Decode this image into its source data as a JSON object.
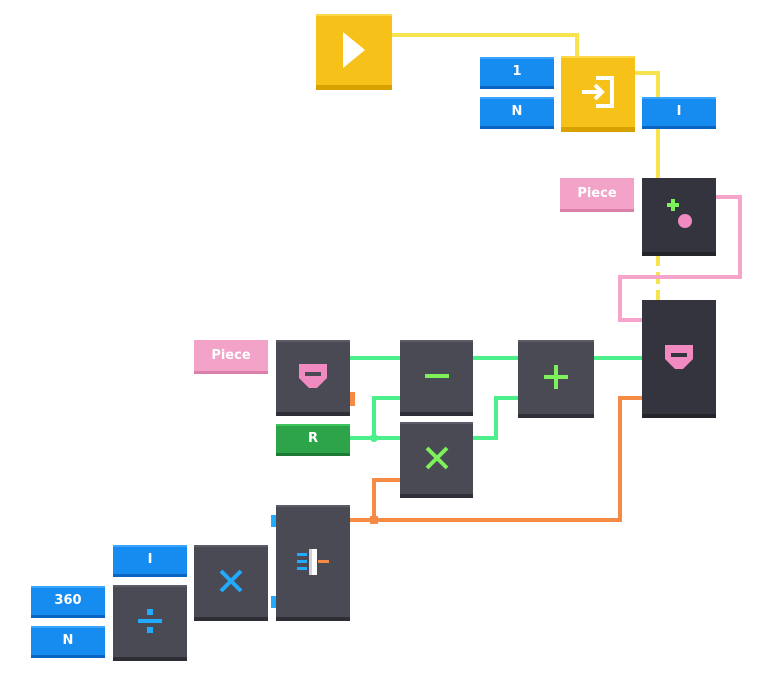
{
  "canvas": {
    "background": "#ffffff"
  },
  "colors": {
    "event_wire": "#f7e34d",
    "piece_wire": "#f7a4cc",
    "number_wire": "#4cf08a",
    "vector_wire": "#f58a44",
    "blue_block": "#168bf0",
    "yellow_block": "#f6c21a",
    "dark_block": "#4a4a55",
    "pink_block": "#f3a2c8",
    "green_block": "#2ea44a"
  },
  "nodes": {
    "start": {
      "icon": "play-icon"
    },
    "loop": {
      "icon": "loop-enter-icon",
      "from_value": "1",
      "to_value": "N",
      "output_label": "I"
    },
    "spawn_piece": {
      "icon": "spawn-piece-icon",
      "input_label": "Piece"
    },
    "set_piece_position": {
      "icon": "set-piece-icon"
    },
    "get_piece_position": {
      "icon": "get-piece-icon",
      "input_label": "Piece"
    },
    "radius": {
      "label": "R"
    },
    "subtract": {
      "icon": "minus-icon"
    },
    "add": {
      "icon": "plus-icon"
    },
    "multiply_vector": {
      "icon": "multiply-icon"
    },
    "multiply_angle": {
      "icon": "multiply-icon",
      "input_label": "I"
    },
    "divide": {
      "icon": "divide-icon",
      "numerator": "360",
      "denominator": "N"
    },
    "rotate_to_vector": {
      "icon": "rotate-vector-icon"
    }
  }
}
